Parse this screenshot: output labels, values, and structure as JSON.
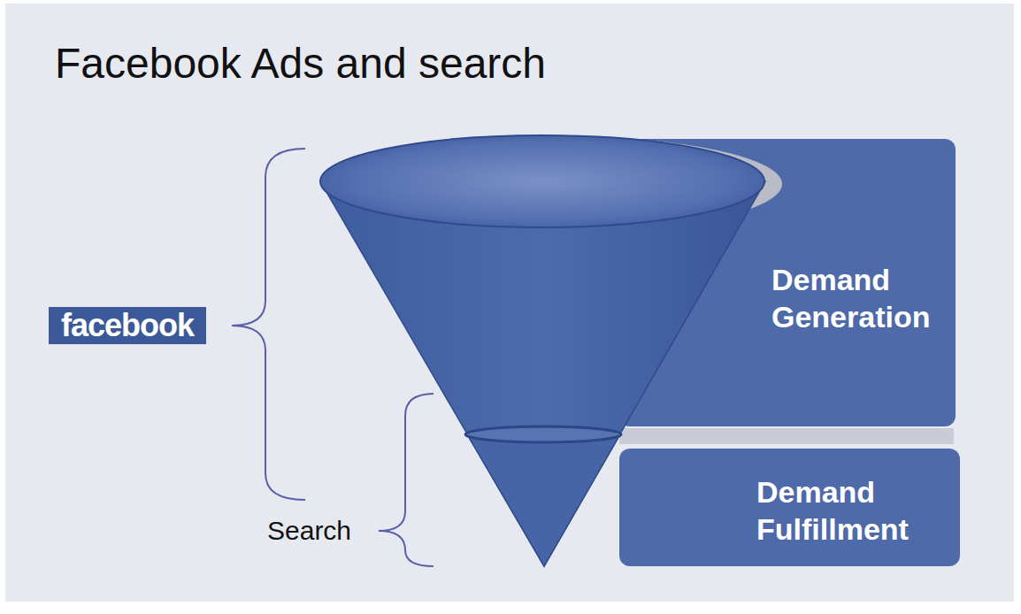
{
  "diagram": {
    "title": "Facebook Ads and search",
    "nodes": [
      {
        "text": [
          "Demand Generation"
        ]
      },
      {
        "text": [
          "Demand Fulfillment"
        ]
      },
      {
        "text": [
          "facebook"
        ]
      }
    ],
    "labels": [
      "Search"
    ]
  }
}
